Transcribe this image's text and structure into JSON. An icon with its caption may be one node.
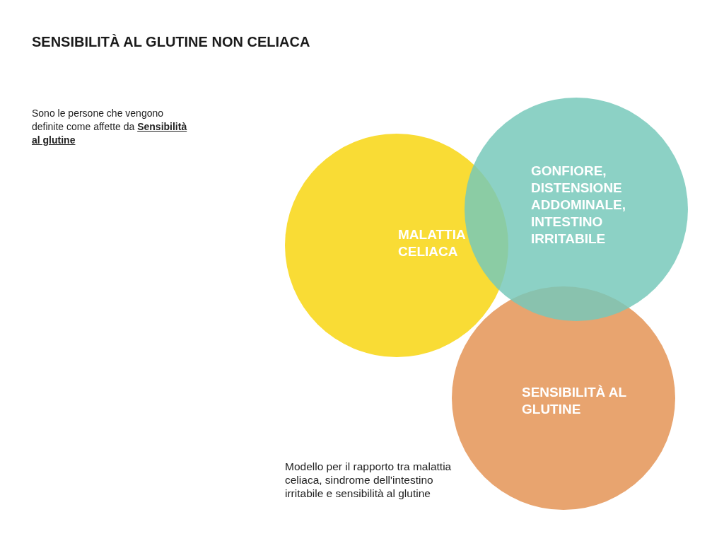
{
  "diagram": {
    "title": "SENSIBILITÀ AL GLUTINE NON CELIACA",
    "caption": "Modello per il rapporto  tra malattia celiaca, sindrome dell'intestino irritabile e sensibilità al glutine",
    "nodes": [
      {
        "text": [
          "MALATTIA CELIACA"
        ]
      },
      {
        "text": [
          "GONFIORE, DISTENSIONE ADDOMINALE, INTESTINO IRRITABILE"
        ]
      },
      {
        "text": [
          "SENSIBILITÀ AL GLUTINE"
        ]
      }
    ],
    "edges": [],
    "labels": [
      "Sono le persone che vengono definite come affette da **Sensibilità al glutine**"
    ]
  }
}
